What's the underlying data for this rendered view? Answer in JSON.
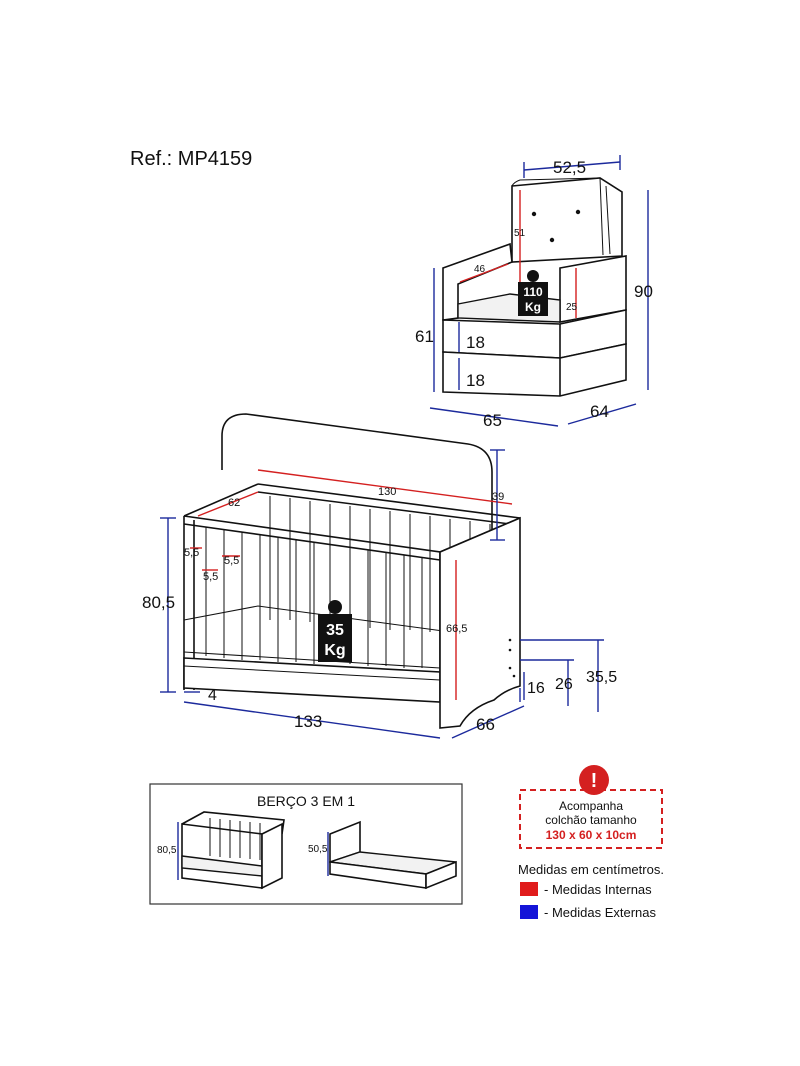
{
  "title": "Ref.: MP4159",
  "chair": {
    "width_top": "52,5",
    "back_height": "51",
    "seat_depth": "46",
    "arm_height": "25",
    "total_height": "90",
    "base_height": "61",
    "cushion_1": "18",
    "cushion_2": "18",
    "width": "65",
    "depth": "64",
    "weight_value": "110",
    "weight_unit": "Kg"
  },
  "crib": {
    "inner_length": "130",
    "inner_width": "62",
    "headboard_extra": "39",
    "slat_gap_1": "5,5",
    "slat_gap_2": "5,5",
    "slat_gap_3": "5,5",
    "total_height": "80,5",
    "inner_height": "66,5",
    "level_1": "16",
    "level_2": "26",
    "level_3": "35,5",
    "foot": "4",
    "length": "133",
    "width": "66",
    "weight_value": "35",
    "weight_unit": "Kg"
  },
  "box": {
    "title": "BERÇO 3 EM 1",
    "crib_height": "80,5",
    "bed_height": "50,5"
  },
  "notice": {
    "line1": "Acompanha",
    "line2": "colchão tamanho",
    "line3": "130 x 60 x 10cm",
    "icon_glyph": "!"
  },
  "legend": {
    "heading": "Medidas em centímetros.",
    "internal": "- Medidas Internas",
    "external": "- Medidas Externas",
    "internal_color": "#e01b1b",
    "external_color": "#1414d8"
  }
}
